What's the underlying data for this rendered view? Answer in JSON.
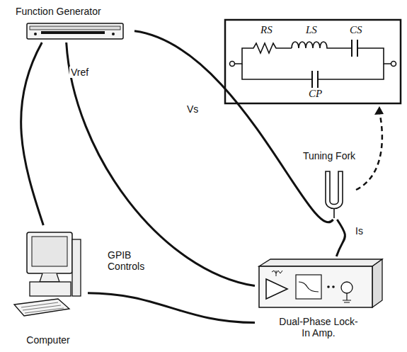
{
  "diagram": {
    "nodes": [
      {
        "text": [
          "Function Generator"
        ]
      },
      {
        "text": [
          "Computer"
        ]
      },
      {
        "text": [
          "Tuning Fork"
        ]
      },
      {
        "text": [
          "Dual-Phase Lock-In Amp."
        ]
      }
    ],
    "edges": [
      {
        "from": 0,
        "to": 1,
        "arrow": "none"
      },
      {
        "from": 0,
        "to": 3,
        "label": "Vref",
        "arrow": "none"
      },
      {
        "from": 0,
        "to": 2,
        "label": "Vs",
        "arrow": "none"
      },
      {
        "from": 2,
        "to": 3,
        "label": "Is",
        "arrow": "none"
      },
      {
        "from": 1,
        "to": 3,
        "label": "GPIB Controls",
        "arrow": "none"
      }
    ],
    "labels": [
      "RS",
      "LS",
      "CS",
      "CP"
    ]
  }
}
